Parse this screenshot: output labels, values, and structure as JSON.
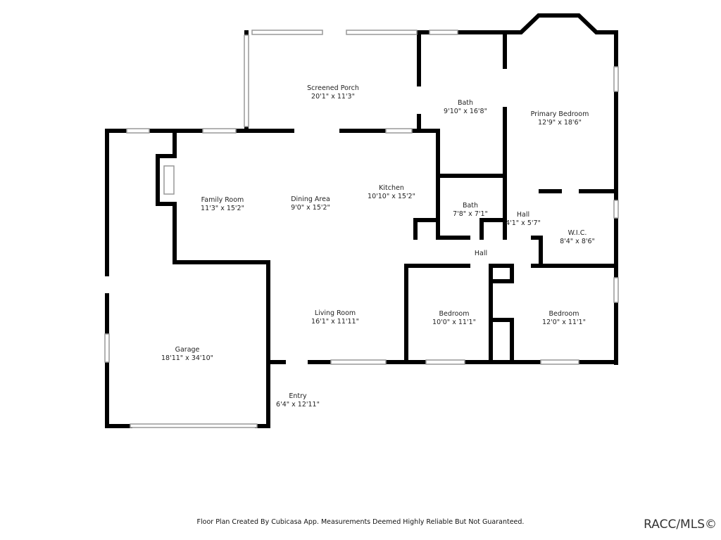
{
  "rooms": [
    {
      "name": "Screened Porch",
      "size": "20'1\" x 11'3\""
    },
    {
      "name": "Bath",
      "size": "9'10\" x 16'8\""
    },
    {
      "name": "Primary Bedroom",
      "size": "12'9\" x 18'6\""
    },
    {
      "name": "Family Room",
      "size": "11'3\" x 15'2\""
    },
    {
      "name": "Dining Area",
      "size": "9'0\" x 15'2\""
    },
    {
      "name": "Kitchen",
      "size": "10'10\" x 15'2\""
    },
    {
      "name": "Bath",
      "size": "7'8\" x 7'1\""
    },
    {
      "name": "Hall",
      "size": "4'1\" x 5'7\""
    },
    {
      "name": "W.I.C.",
      "size": "8'4\" x 8'6\""
    },
    {
      "name": "Hall",
      "size": ""
    },
    {
      "name": "Living Room",
      "size": "16'1\" x 11'11\""
    },
    {
      "name": "Bedroom",
      "size": "10'0\" x 11'1\""
    },
    {
      "name": "Bedroom",
      "size": "12'0\" x 11'1\""
    },
    {
      "name": "Garage",
      "size": "18'11\" x 34'10\""
    },
    {
      "name": "Entry",
      "size": "6'4\" x 12'11\""
    }
  ],
  "footer": "Floor Plan Created By Cubicasa App. Measurements Deemed Highly Reliable But Not Guaranteed.",
  "watermark": "RACC/MLS©",
  "colors": {
    "wall": "#000000",
    "window": "#9a9a9a",
    "background": "#ffffff"
  }
}
